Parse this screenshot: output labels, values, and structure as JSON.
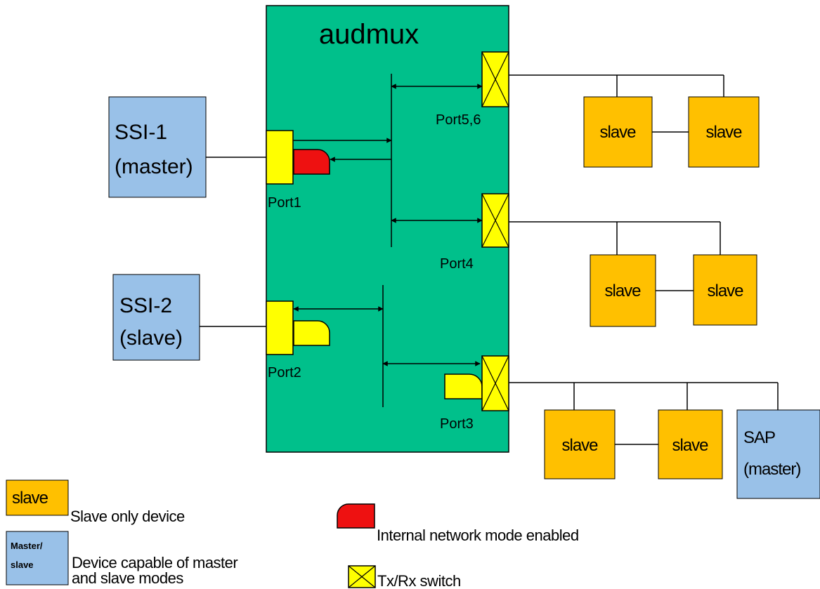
{
  "colors": {
    "mux": "#00c08b",
    "ssi": "#99c1e8",
    "slave": "#ffc000",
    "port": "#ffff00",
    "internal_network": "#ee1111",
    "outline": "#000000"
  },
  "mux": {
    "title": "audmux"
  },
  "ssi1": {
    "line1": "SSI-1",
    "line2": "(master)"
  },
  "ssi2": {
    "line1": "SSI-2",
    "line2": "(slave)"
  },
  "sap": {
    "line1": "SAP",
    "line2": "(master)"
  },
  "ports": {
    "p1": "Port1",
    "p2": "Port2",
    "p3": "Port3",
    "p4": "Port4",
    "p56": "Port5,6"
  },
  "slave_label": "slave",
  "legend": {
    "slave_box": "slave",
    "slave_desc": "Slave only device",
    "master_box_line1": "Master/",
    "master_box_line2": "slave",
    "master_desc_line1": "Device capable of master",
    "master_desc_line2": "and slave modes",
    "internal_desc": "Internal network mode enabled",
    "switch_desc": "Tx/Rx switch"
  }
}
